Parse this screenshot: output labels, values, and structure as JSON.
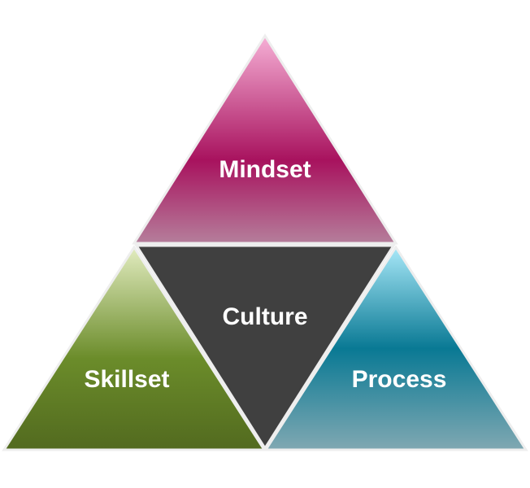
{
  "diagram": {
    "top": {
      "label": "Mindset",
      "colors": [
        "#f6b0d6",
        "#a8125e",
        "#b57e9b"
      ]
    },
    "left": {
      "label": "Skillset",
      "colors": [
        "#e2ecc0",
        "#6b8c2a",
        "#526a1f"
      ]
    },
    "right": {
      "label": "Process",
      "colors": [
        "#a8e8f8",
        "#097994",
        "#80a8b2"
      ]
    },
    "center": {
      "label": "Culture",
      "color": "#404040"
    },
    "stroke": "#eeeeee"
  }
}
